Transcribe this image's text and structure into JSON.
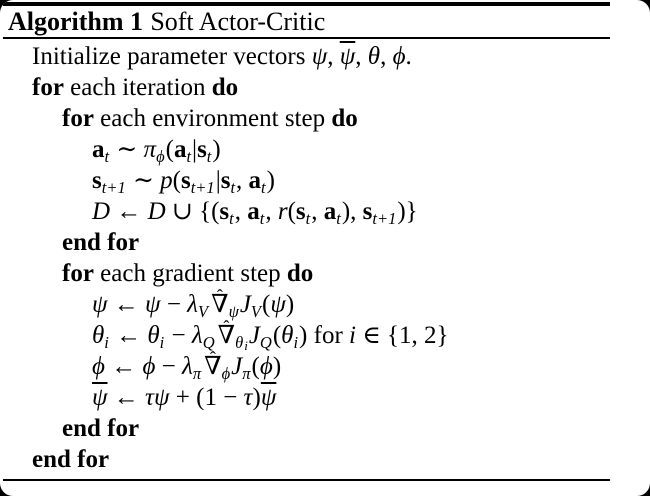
{
  "colors": {
    "text": "#000000",
    "page_background": "#ffffff",
    "frame_corners": "#000000",
    "rules": "#000000"
  },
  "algorithm": {
    "label": "Algorithm 1",
    "title": "Soft Actor-Critic",
    "lines": [
      {
        "indent": 0,
        "tokens": [
          {
            "k": "rm",
            "t": "Initialize parameter vectors "
          },
          {
            "k": "it",
            "t": "ψ"
          },
          {
            "k": "rm",
            "t": ", "
          },
          {
            "k": "bar",
            "t": "ψ"
          },
          {
            "k": "rm",
            "t": ", "
          },
          {
            "k": "it",
            "t": "θ"
          },
          {
            "k": "rm",
            "t": ", "
          },
          {
            "k": "it",
            "t": "ϕ"
          },
          {
            "k": "rm",
            "t": "."
          }
        ]
      },
      {
        "indent": 0,
        "tokens": [
          {
            "k": "bf",
            "t": "for"
          },
          {
            "k": "rm",
            "t": " each iteration "
          },
          {
            "k": "bf",
            "t": "do"
          }
        ]
      },
      {
        "indent": 1,
        "tokens": [
          {
            "k": "bf",
            "t": "for"
          },
          {
            "k": "rm",
            "t": " each environment step "
          },
          {
            "k": "bf",
            "t": "do"
          }
        ]
      },
      {
        "indent": 2,
        "tokens": [
          {
            "k": "mbf",
            "t": "a"
          },
          {
            "k": "sub",
            "t": "t"
          },
          {
            "k": "rm",
            "t": " ∼ "
          },
          {
            "k": "it",
            "t": "π"
          },
          {
            "k": "sub",
            "t": "ϕ"
          },
          {
            "k": "rm",
            "t": "("
          },
          {
            "k": "mbf",
            "t": "a"
          },
          {
            "k": "sub",
            "t": "t"
          },
          {
            "k": "rm",
            "t": "|"
          },
          {
            "k": "mbf",
            "t": "s"
          },
          {
            "k": "sub",
            "t": "t"
          },
          {
            "k": "rm",
            "t": ")"
          }
        ]
      },
      {
        "indent": 2,
        "tokens": [
          {
            "k": "mbf",
            "t": "s"
          },
          {
            "k": "sub",
            "t": "t+1"
          },
          {
            "k": "rm",
            "t": " ∼ "
          },
          {
            "k": "it",
            "t": "p"
          },
          {
            "k": "rm",
            "t": "("
          },
          {
            "k": "mbf",
            "t": "s"
          },
          {
            "k": "sub",
            "t": "t+1"
          },
          {
            "k": "rm",
            "t": "|"
          },
          {
            "k": "mbf",
            "t": "s"
          },
          {
            "k": "sub",
            "t": "t"
          },
          {
            "k": "rm",
            "t": ", "
          },
          {
            "k": "mbf",
            "t": "a"
          },
          {
            "k": "sub",
            "t": "t"
          },
          {
            "k": "rm",
            "t": ")"
          }
        ]
      },
      {
        "indent": 2,
        "tokens": [
          {
            "k": "cal",
            "t": "D"
          },
          {
            "k": "rm",
            "t": " ← "
          },
          {
            "k": "cal",
            "t": "D"
          },
          {
            "k": "rm",
            "t": " ∪ {("
          },
          {
            "k": "mbf",
            "t": "s"
          },
          {
            "k": "sub",
            "t": "t"
          },
          {
            "k": "rm",
            "t": ", "
          },
          {
            "k": "mbf",
            "t": "a"
          },
          {
            "k": "sub",
            "t": "t"
          },
          {
            "k": "rm",
            "t": ", "
          },
          {
            "k": "it",
            "t": "r"
          },
          {
            "k": "rm",
            "t": "("
          },
          {
            "k": "mbf",
            "t": "s"
          },
          {
            "k": "sub",
            "t": "t"
          },
          {
            "k": "rm",
            "t": ", "
          },
          {
            "k": "mbf",
            "t": "a"
          },
          {
            "k": "sub",
            "t": "t"
          },
          {
            "k": "rm",
            "t": "), "
          },
          {
            "k": "mbf",
            "t": "s"
          },
          {
            "k": "sub",
            "t": "t+1"
          },
          {
            "k": "rm",
            "t": ")}"
          }
        ]
      },
      {
        "indent": 1,
        "tokens": [
          {
            "k": "bf",
            "t": "end for"
          }
        ]
      },
      {
        "indent": 1,
        "tokens": [
          {
            "k": "bf",
            "t": "for"
          },
          {
            "k": "rm",
            "t": " each gradient step "
          },
          {
            "k": "bf",
            "t": "do"
          }
        ]
      },
      {
        "indent": 2,
        "tokens": [
          {
            "k": "it",
            "t": "ψ"
          },
          {
            "k": "rm",
            "t": " ← "
          },
          {
            "k": "it",
            "t": "ψ"
          },
          {
            "k": "rm",
            "t": " − "
          },
          {
            "k": "it",
            "t": "λ"
          },
          {
            "k": "sub",
            "t": "V"
          },
          {
            "k": "hat",
            "t": "∇",
            "mark": "ˆ"
          },
          {
            "k": "sub",
            "t": "ψ"
          },
          {
            "k": "it",
            "t": "J"
          },
          {
            "k": "sub",
            "t": "V"
          },
          {
            "k": "rm",
            "t": "("
          },
          {
            "k": "it",
            "t": "ψ"
          },
          {
            "k": "rm",
            "t": ")"
          }
        ]
      },
      {
        "indent": 2,
        "tokens": [
          {
            "k": "it",
            "t": "θ"
          },
          {
            "k": "sub",
            "t": "i"
          },
          {
            "k": "rm",
            "t": " ← "
          },
          {
            "k": "it",
            "t": "θ"
          },
          {
            "k": "sub",
            "t": "i"
          },
          {
            "k": "rm",
            "t": " − "
          },
          {
            "k": "it",
            "t": "λ"
          },
          {
            "k": "sub",
            "t": "Q"
          },
          {
            "k": "hat",
            "t": "∇",
            "mark": "ˆ"
          },
          {
            "k": "sub",
            "t": "θ"
          },
          {
            "k": "subsub",
            "t": "i"
          },
          {
            "k": "it",
            "t": "J"
          },
          {
            "k": "sub",
            "t": "Q"
          },
          {
            "k": "rm",
            "t": "("
          },
          {
            "k": "it",
            "t": "θ"
          },
          {
            "k": "sub",
            "t": "i"
          },
          {
            "k": "rm",
            "t": ") for "
          },
          {
            "k": "it",
            "t": "i"
          },
          {
            "k": "rm",
            "t": " ∈ {1, 2}"
          }
        ]
      },
      {
        "indent": 2,
        "tokens": [
          {
            "k": "it",
            "t": "ϕ"
          },
          {
            "k": "rm",
            "t": " ← "
          },
          {
            "k": "it",
            "t": "ϕ"
          },
          {
            "k": "rm",
            "t": " − "
          },
          {
            "k": "it",
            "t": "λ"
          },
          {
            "k": "sub",
            "t": "π"
          },
          {
            "k": "hat",
            "t": "∇",
            "mark": "ˆ"
          },
          {
            "k": "sub",
            "t": "ϕ"
          },
          {
            "k": "it",
            "t": "J"
          },
          {
            "k": "sub",
            "t": "π"
          },
          {
            "k": "rm",
            "t": "("
          },
          {
            "k": "it",
            "t": "ϕ"
          },
          {
            "k": "rm",
            "t": ")"
          }
        ]
      },
      {
        "indent": 2,
        "tokens": [
          {
            "k": "bar",
            "t": "ψ"
          },
          {
            "k": "rm",
            "t": " ← "
          },
          {
            "k": "it",
            "t": "τψ"
          },
          {
            "k": "rm",
            "t": " + (1 − "
          },
          {
            "k": "it",
            "t": "τ"
          },
          {
            "k": "rm",
            "t": ")"
          },
          {
            "k": "bar",
            "t": "ψ"
          }
        ]
      },
      {
        "indent": 1,
        "tokens": [
          {
            "k": "bf",
            "t": "end for"
          }
        ]
      },
      {
        "indent": 0,
        "tokens": [
          {
            "k": "bf",
            "t": "end for"
          }
        ]
      }
    ]
  }
}
